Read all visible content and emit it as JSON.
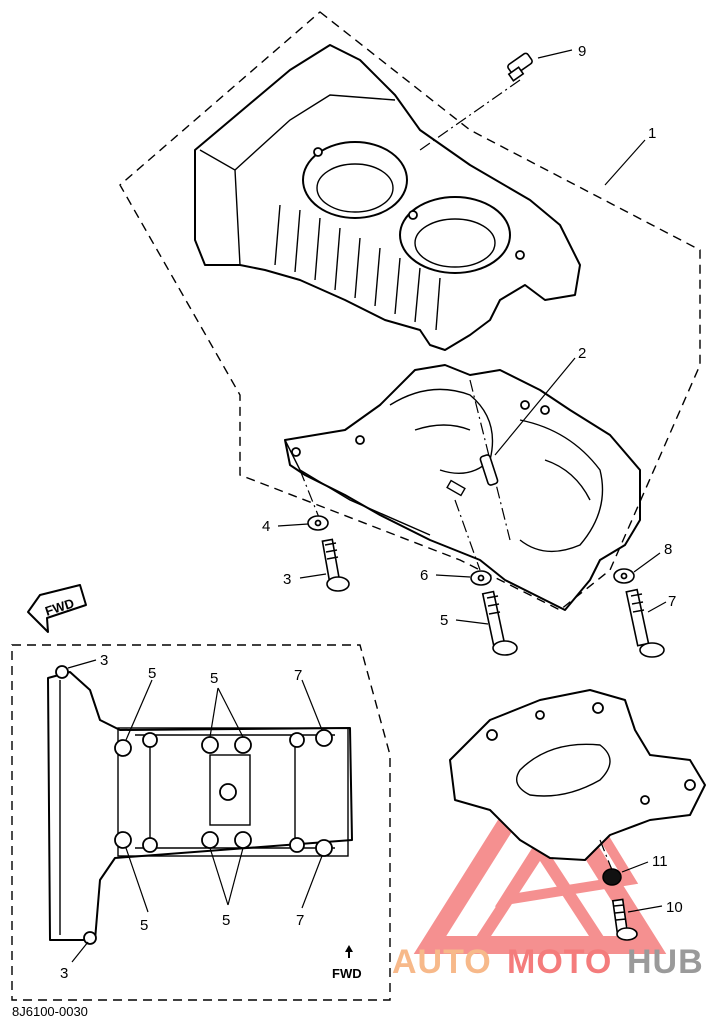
{
  "callouts": {
    "c1": "1",
    "c2": "2",
    "c3a": "3",
    "c4": "4",
    "c5a": "5",
    "c6": "6",
    "c7a": "7",
    "c8": "8",
    "c9": "9",
    "c10": "10",
    "c11": "11",
    "c3b": "3",
    "c3c": "3",
    "c5b": "5",
    "c5c": "5",
    "c5d": "5",
    "c5e": "5",
    "c7b": "7",
    "c7c": "7"
  },
  "labels": {
    "fwd_top": "FWD",
    "fwd_bottom": "FWD",
    "drawing_code": "8J6100-0030"
  },
  "watermark": {
    "part1": "AUTO",
    "part2": "MOTO",
    "part3": "HUB",
    "color_auto": "#f7b98a",
    "color_moto": "#f47c7c",
    "color_hub": "#9a9a9a",
    "logo_color": "#f26b6b"
  }
}
